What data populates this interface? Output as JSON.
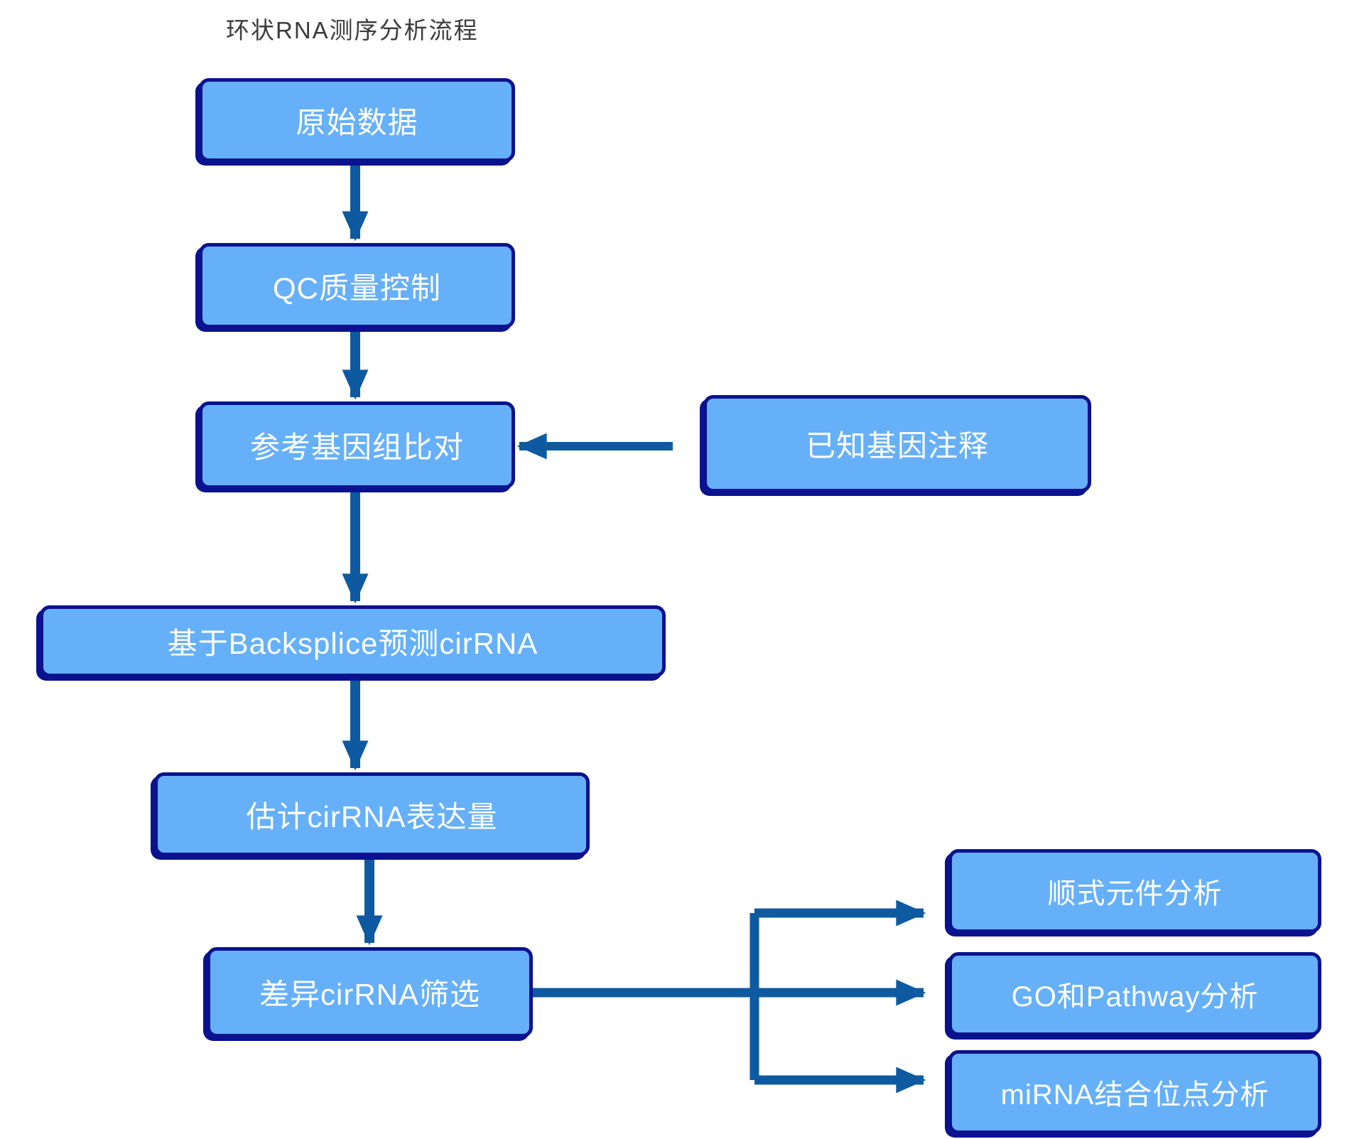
{
  "title": "环状RNA测序分析流程",
  "colors": {
    "node_fill": "#66B0FA",
    "node_border": "#0A128F",
    "node_text": "#FFFFFF",
    "arrow": "#0E5AA0",
    "title_text": "#3B3B3B",
    "background": "#FFFFFF"
  },
  "nodes": [
    {
      "id": "raw-data",
      "label": "原始数据"
    },
    {
      "id": "qc",
      "label": "QC质量控制"
    },
    {
      "id": "align",
      "label": "参考基因组比对"
    },
    {
      "id": "annotation",
      "label": "已知基因注释"
    },
    {
      "id": "backsplice",
      "label": "基于Backsplice预测cirRNA"
    },
    {
      "id": "expression",
      "label": "估计cirRNA表达量"
    },
    {
      "id": "diff",
      "label": "差异cirRNA筛选"
    },
    {
      "id": "cis",
      "label": "顺式元件分析"
    },
    {
      "id": "go-pathway",
      "label": "GO和Pathway分析"
    },
    {
      "id": "mirna",
      "label": "miRNA结合位点分析"
    }
  ],
  "edges": [
    {
      "from": "raw-data",
      "to": "qc"
    },
    {
      "from": "qc",
      "to": "align"
    },
    {
      "from": "annotation",
      "to": "align"
    },
    {
      "from": "align",
      "to": "backsplice"
    },
    {
      "from": "backsplice",
      "to": "expression"
    },
    {
      "from": "expression",
      "to": "diff"
    },
    {
      "from": "diff",
      "to": "cis"
    },
    {
      "from": "diff",
      "to": "go-pathway"
    },
    {
      "from": "diff",
      "to": "mirna"
    }
  ]
}
